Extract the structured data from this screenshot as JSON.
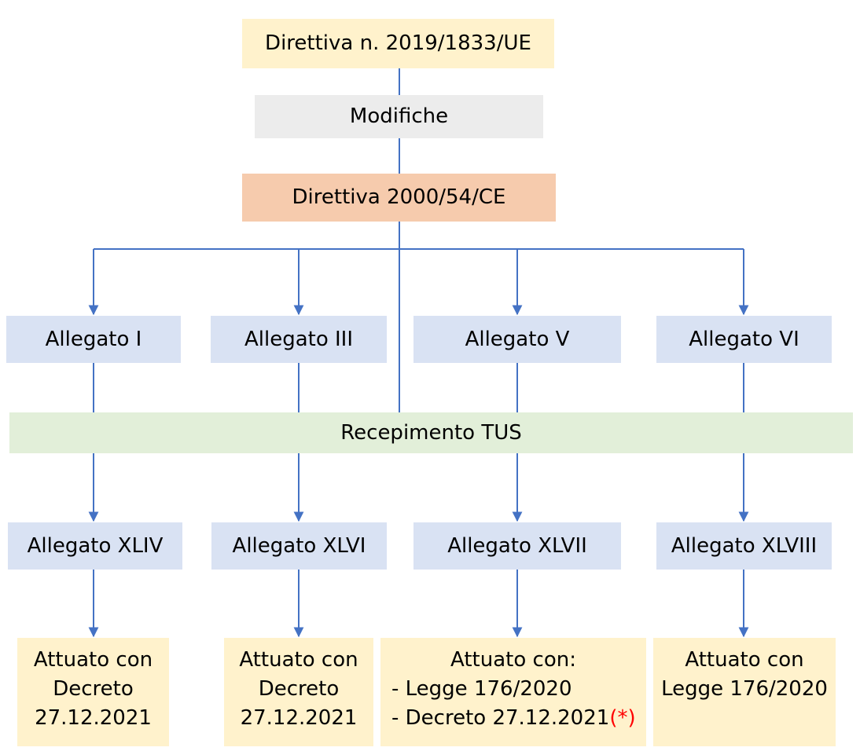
{
  "flowchart": {
    "top": {
      "directive_new": "Direttiva n. 2019/1833/UE",
      "modifies": "Modifiche",
      "directive_old": "Direttiva 2000/54/CE"
    },
    "annex_row_top": [
      "Allegato I",
      "Allegato III",
      "Allegato V",
      "Allegato VI"
    ],
    "band_label": "Recepimento TUS",
    "annex_row_bottom": [
      "Allegato XLIV",
      "Allegato XLVI",
      "Allegato XLVII",
      "Allegato XLVIII"
    ],
    "outcomes": [
      {
        "lines": [
          "Attuato con",
          "Decreto",
          "27.12.2021"
        ]
      },
      {
        "lines": [
          "Attuato con",
          "Decreto",
          "27.12.2021"
        ]
      },
      {
        "heading": "Attuato con:",
        "items": [
          "- Legge 176/2020",
          "- Decreto 27.12.2021"
        ],
        "asterisk": "(*)"
      },
      {
        "lines": [
          "Attuato con",
          "Legge 176/2020"
        ]
      }
    ]
  },
  "colors": {
    "cream_box": "#FFF2CC",
    "gray_box": "#ECECEC",
    "orange_box": "#F6CBAD",
    "blue_box": "#D9E2F3",
    "green_band": "#E2EFD9",
    "arrow_blue": "#4472C4",
    "asterisk_red": "#FF0000"
  }
}
